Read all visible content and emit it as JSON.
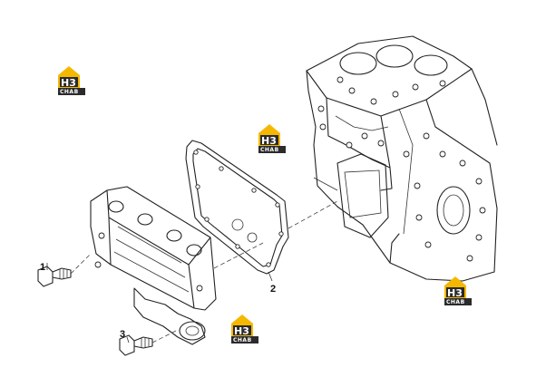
{
  "callouts": {
    "bolt_1": "1",
    "gasket_2": "2",
    "bolt_3": "3"
  },
  "watermark": {
    "brand_top": "H3",
    "brand_bottom": "CHAB",
    "colors": {
      "yellow": "#f5b800",
      "dark": "#2b2b2b"
    }
  },
  "icons": [
    "watermark-logo-icon"
  ]
}
